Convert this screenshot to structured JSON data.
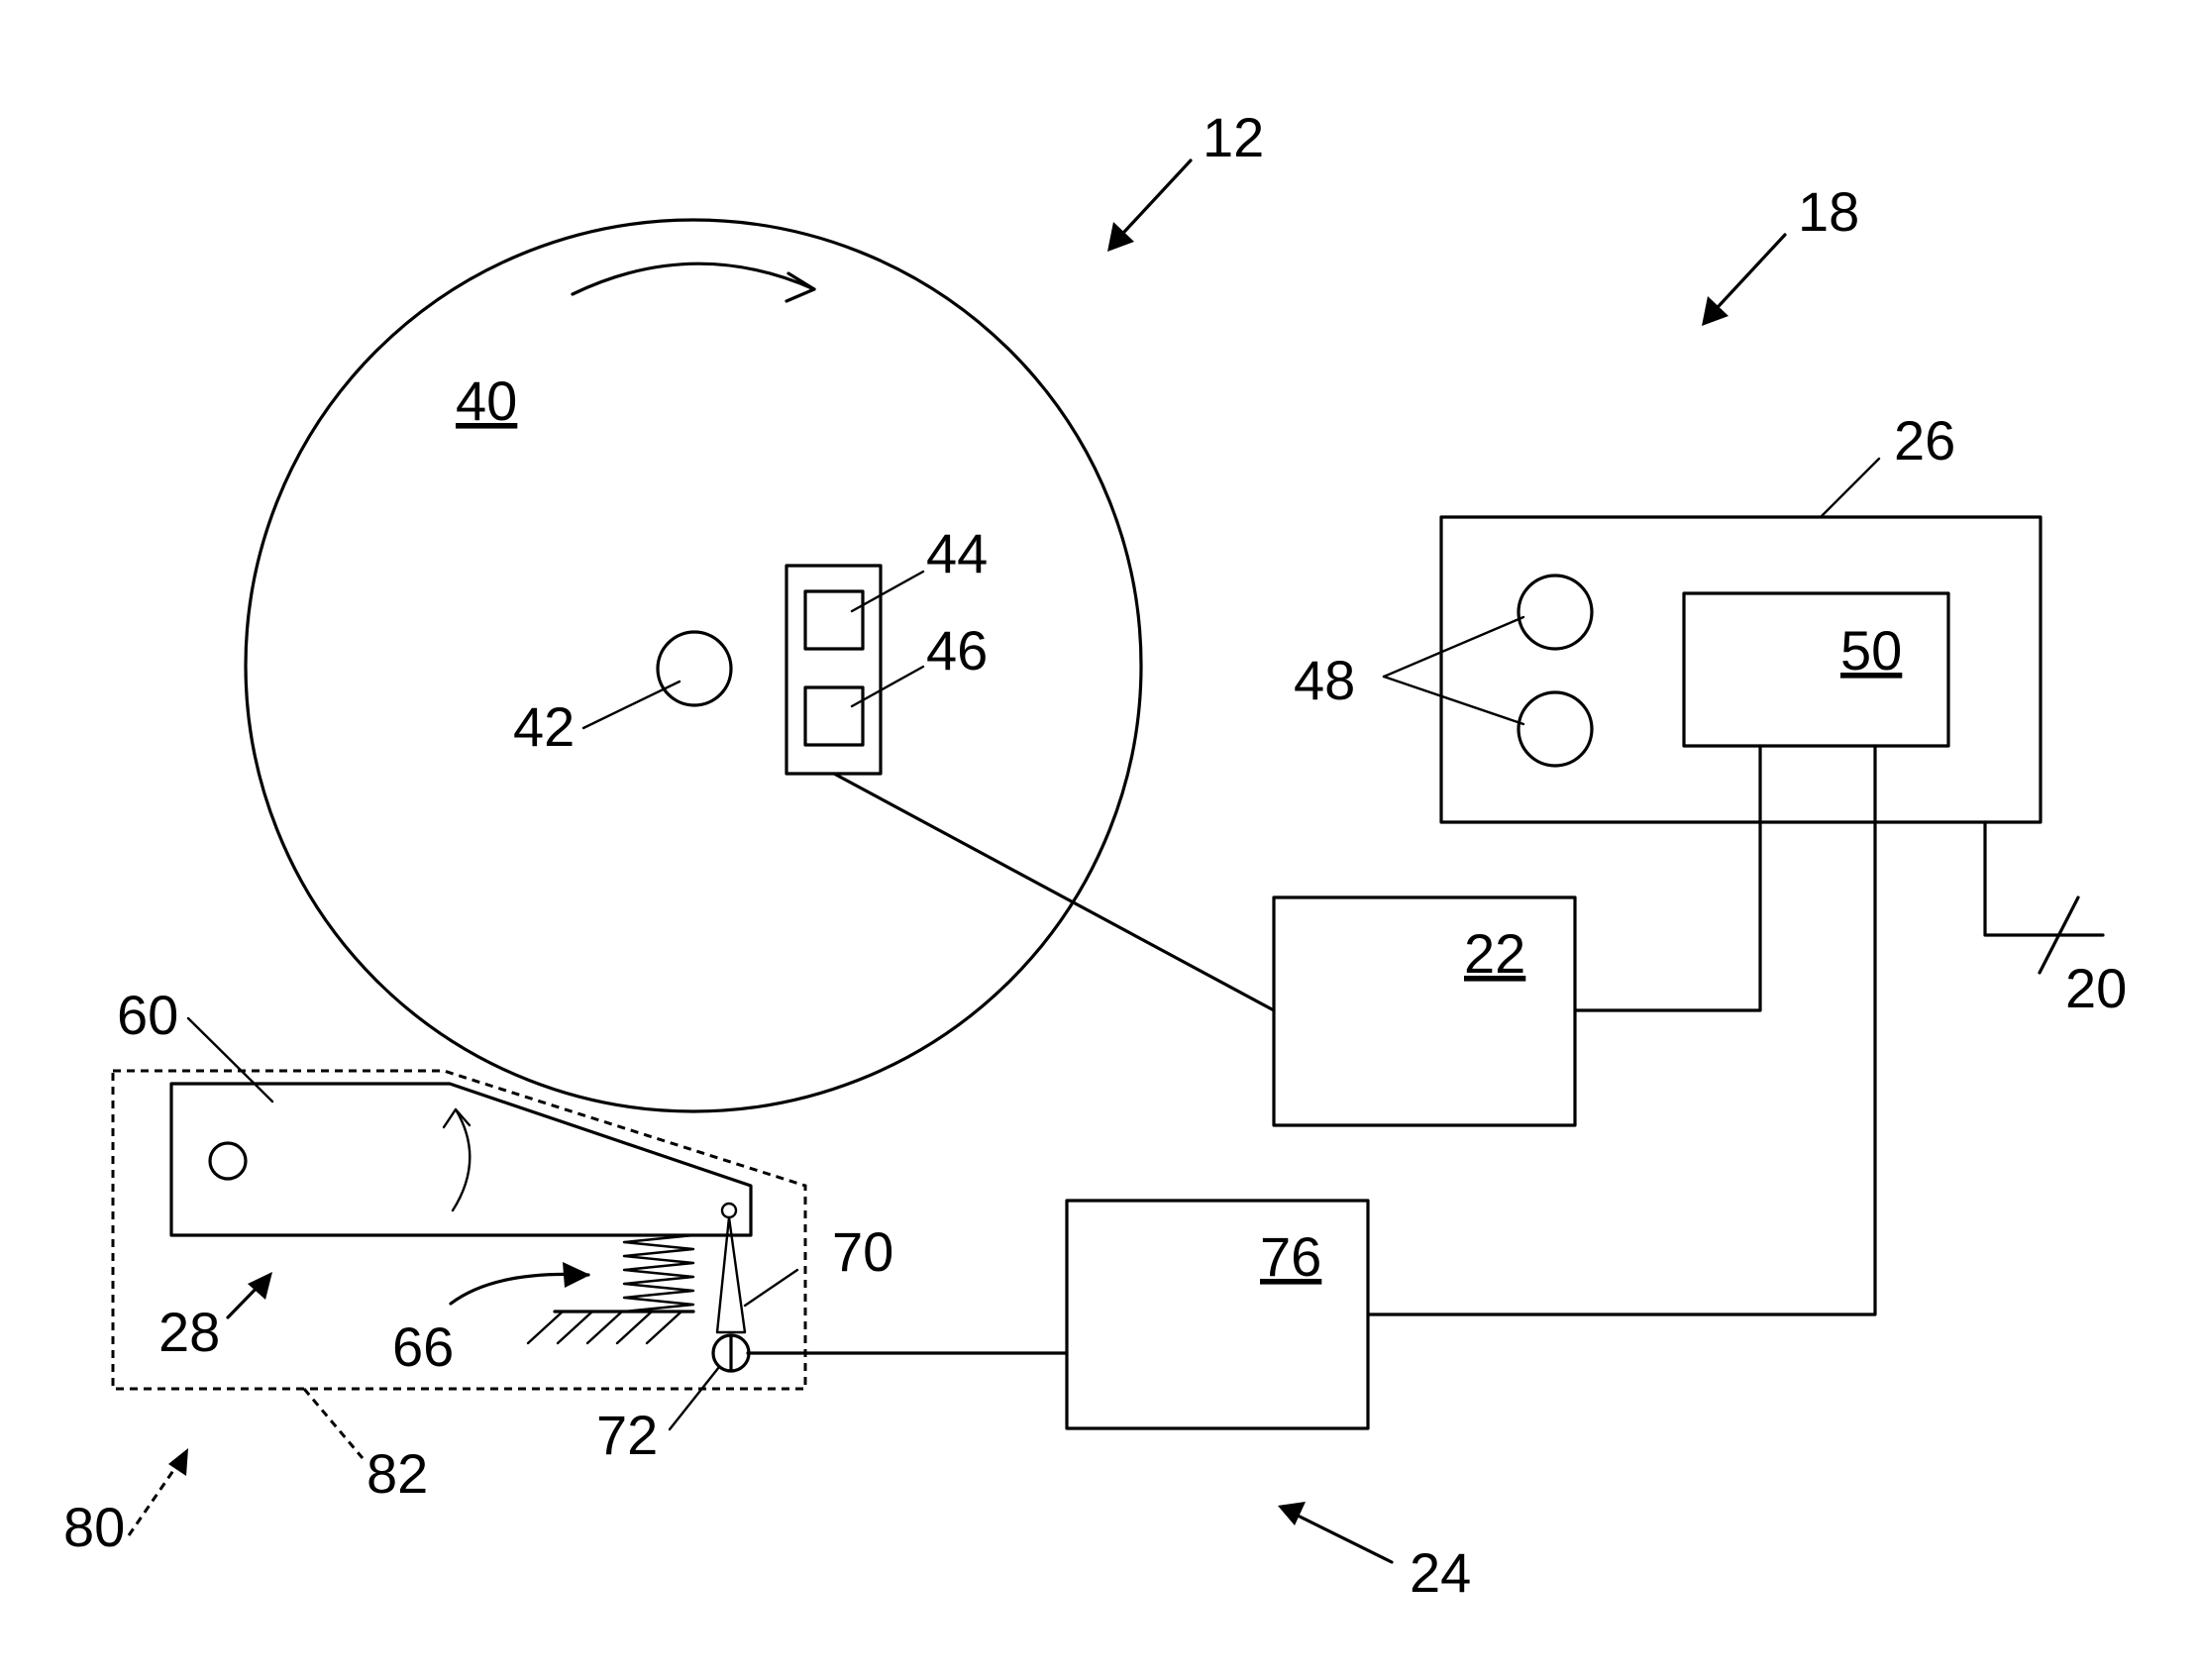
{
  "colors": {
    "ink": "#000000",
    "background": "#ffffff"
  },
  "labels": {
    "system": "12",
    "controller": "18",
    "line": "20",
    "unit_22": "22",
    "unit_24": "24",
    "panel": "26",
    "mechanism": "28",
    "disc": "40",
    "hub": "42",
    "sensor_top": "44",
    "sensor_bottom": "46",
    "indicators": "48",
    "processor": "50",
    "arm": "60",
    "spring": "66",
    "contact": "70",
    "switch": "72",
    "unit_76": "76",
    "enclosure_ref": "80",
    "enclosure": "82"
  }
}
